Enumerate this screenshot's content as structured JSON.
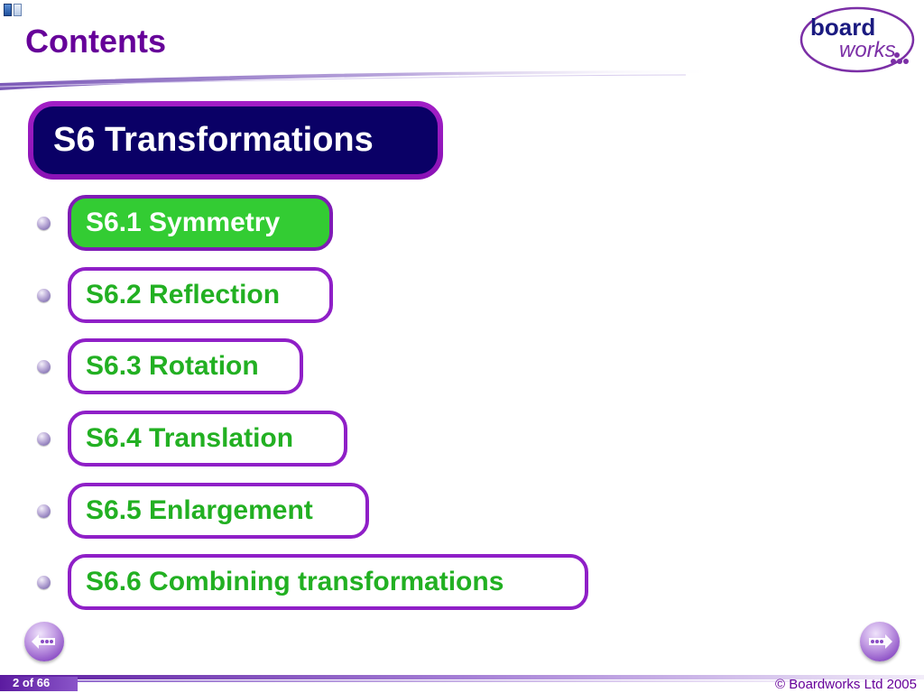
{
  "slide": {
    "title": "Contents",
    "section_header": "S6 Transformations"
  },
  "logo": {
    "line1": "board",
    "line2": "works"
  },
  "contents": [
    {
      "label": "S6.1 Symmetry",
      "active": true
    },
    {
      "label": "S6.2 Reflection",
      "active": false
    },
    {
      "label": "S6.3 Rotation",
      "active": false
    },
    {
      "label": "S6.4 Translation",
      "active": false
    },
    {
      "label": "S6.5 Enlargement",
      "active": false
    },
    {
      "label": "S6.6 Combining transformations",
      "active": false
    }
  ],
  "navigation": {
    "prev_icon": "arrow-left-icon",
    "next_icon": "arrow-right-icon"
  },
  "footer": {
    "page_indicator": "2 of 66",
    "copyright": "© Boardworks Ltd 2005"
  },
  "colors": {
    "title_purple": "#660099",
    "header_navy": "#0a0066",
    "pill_border": "#8f1fc7",
    "item_green": "#22b022",
    "active_green": "#33cc33"
  }
}
